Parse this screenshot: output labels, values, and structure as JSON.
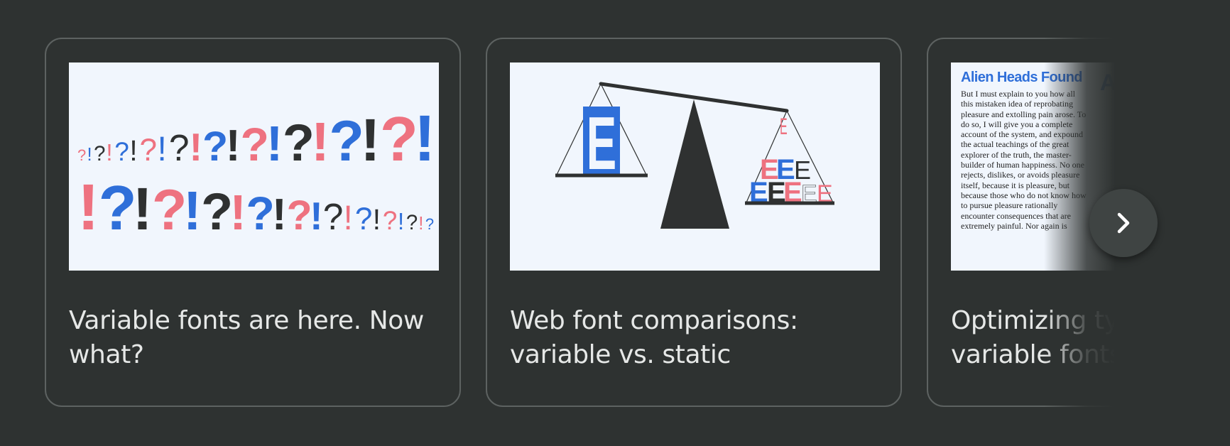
{
  "cards": [
    {
      "title": "Variable fonts are here. Now what?",
      "image_icon": "exclamation-question-pattern"
    },
    {
      "title": "Web font comparisons: variable vs. static",
      "image_icon": "balance-scale-letters"
    },
    {
      "title": "Optimizing typography with variable fonts",
      "image_icon": "article-preview",
      "preview_heading": "Alien Heads Found",
      "preview_heading_repeat": "A",
      "preview_body": "But I must explain to you how all this mistaken idea of reprobating pleasure and extolling pain arose. To do so, I will give you a complete account of the system, and expound the actual teachings of the great explorer of the truth, the master-builder of human happiness. No one rejects, dislikes, or avoids pleasure itself, because it is pleasure, but because those who do not know how to pursue pleasure rationally encounter consequences that are extremely painful. Nor again is"
    }
  ],
  "next_button": {
    "icon": "chevron-right-icon"
  },
  "colors": {
    "background": "#2e3231",
    "card_border": "#5d6261",
    "blue": "#2f6fd9",
    "pink": "#ee7280",
    "dark": "#2f3131",
    "thumb_bg": "#f1f6fd"
  }
}
